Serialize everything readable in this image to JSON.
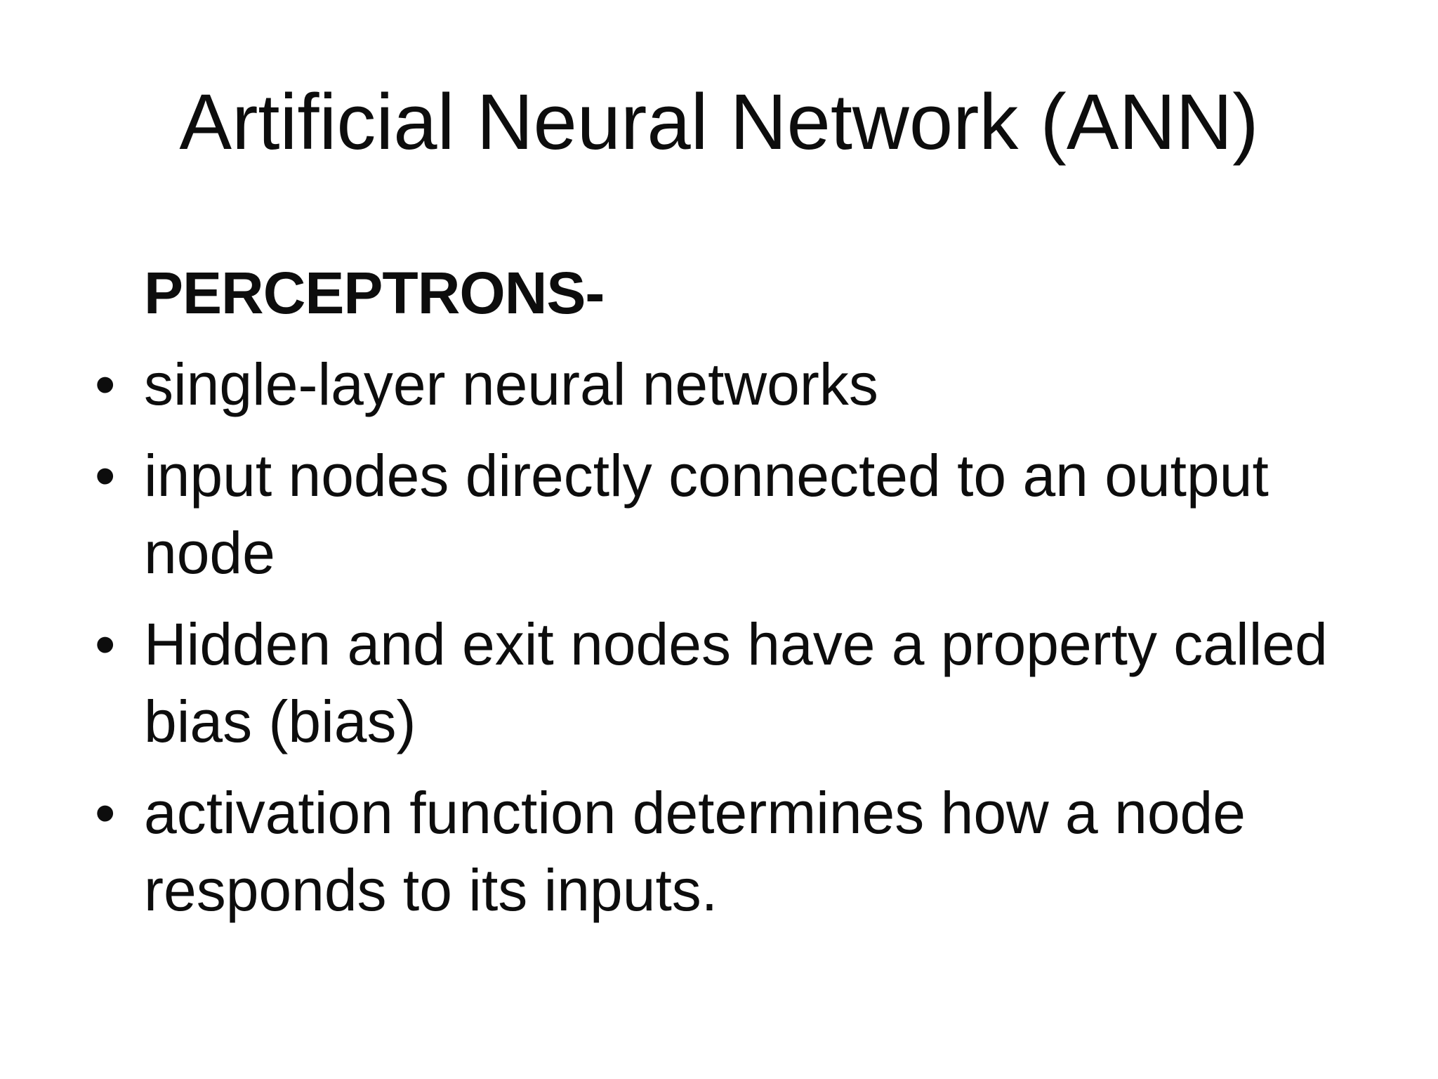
{
  "slide": {
    "title": "Artificial Neural Network (ANN)",
    "section_heading": "PERCEPTRONS-",
    "bullet_glyph": "•",
    "bullets": [
      "single-layer neural networks",
      "input nodes directly connected to an output node",
      "Hidden and exit nodes have a property called bias (bias)",
      "activation function determines how a node responds to its inputs."
    ],
    "colors": {
      "background": "#ffffff",
      "text": "#0d0d0d"
    }
  }
}
